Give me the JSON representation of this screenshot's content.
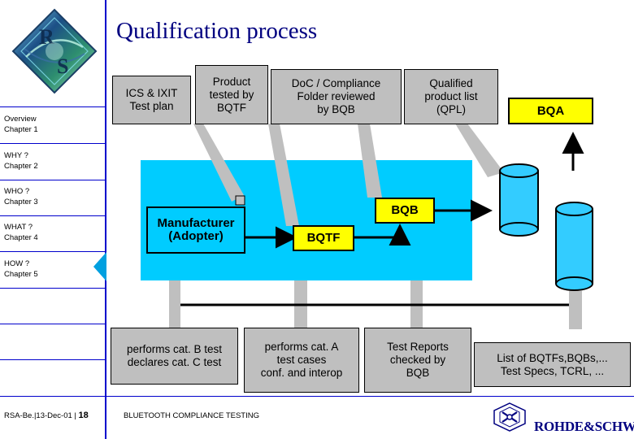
{
  "title": "Qualification process",
  "sidebar": {
    "items": [
      {
        "line1": "Overview",
        "line2": "Chapter 1"
      },
      {
        "line1": "WHY ?",
        "line2": "Chapter 2"
      },
      {
        "line1": "WHO ?",
        "line2": "Chapter 3"
      },
      {
        "line1": "WHAT ?",
        "line2": "Chapter 4"
      },
      {
        "line1": "HOW ?",
        "line2": "Chapter 5"
      }
    ],
    "logo_letters": [
      "R",
      "S"
    ]
  },
  "diagram": {
    "top_boxes": [
      {
        "id": "ics-ixit",
        "text": "ICS & IXIT\nTest plan"
      },
      {
        "id": "product-tested",
        "text": "Product\ntested by\nBQTF"
      },
      {
        "id": "doc-compliance",
        "text": "DoC / Compliance\nFolder reviewed\nby BQB"
      },
      {
        "id": "qpl",
        "text": "Qualified\nproduct list\n(QPL)"
      }
    ],
    "bqa_label": "BQA",
    "center_boxes": [
      {
        "id": "manufacturer",
        "text": "Manufacturer\n(Adopter)"
      },
      {
        "id": "bqtf",
        "text": "BQTF"
      },
      {
        "id": "bqb",
        "text": "BQB"
      }
    ],
    "bottom_boxes": [
      {
        "id": "cat-b-c",
        "text": "performs cat. B test\ndeclares cat. C test"
      },
      {
        "id": "cat-a",
        "text": "performs cat. A\ntest cases\nconf. and interop"
      },
      {
        "id": "test-reports",
        "text": "Test Reports\nchecked by\nBQB"
      },
      {
        "id": "list-bqtfs",
        "text": "List of BQTFs,BQBs,...\nTest Specs, TCRL, ..."
      }
    ]
  },
  "footer": {
    "left_prefix": "RSA-Be.|13-Dec-01 |",
    "page": "18",
    "center": "BLUETOOTH COMPLIANCE TESTING",
    "company": "ROHDE&SCHWARZ"
  }
}
